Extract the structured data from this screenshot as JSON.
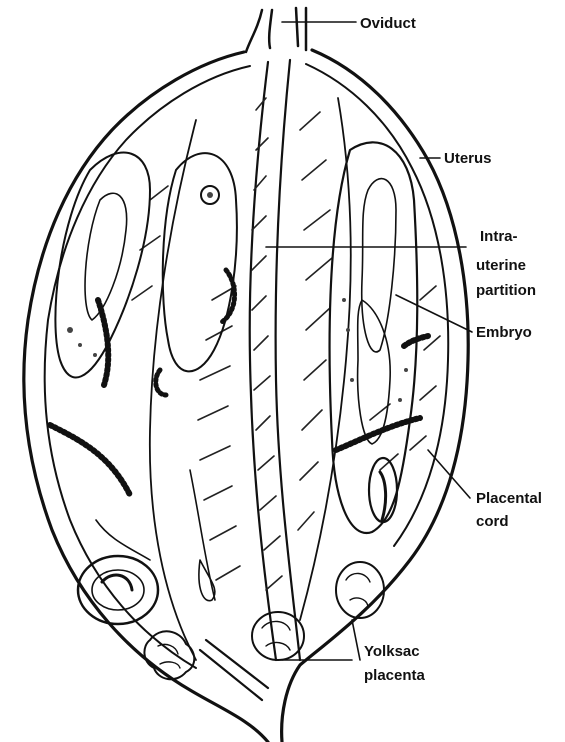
{
  "diagram": {
    "labels": {
      "oviduct": "Oviduct",
      "uterus": "Uterus",
      "partition_line1": "Intra-",
      "partition_line2": "uterine",
      "partition_line3": "partition",
      "embryo": "Embryo",
      "cord_line1": "Placental",
      "cord_line2": "cord",
      "yolk_line1": "Yolksac",
      "yolk_line2": "placenta"
    }
  }
}
